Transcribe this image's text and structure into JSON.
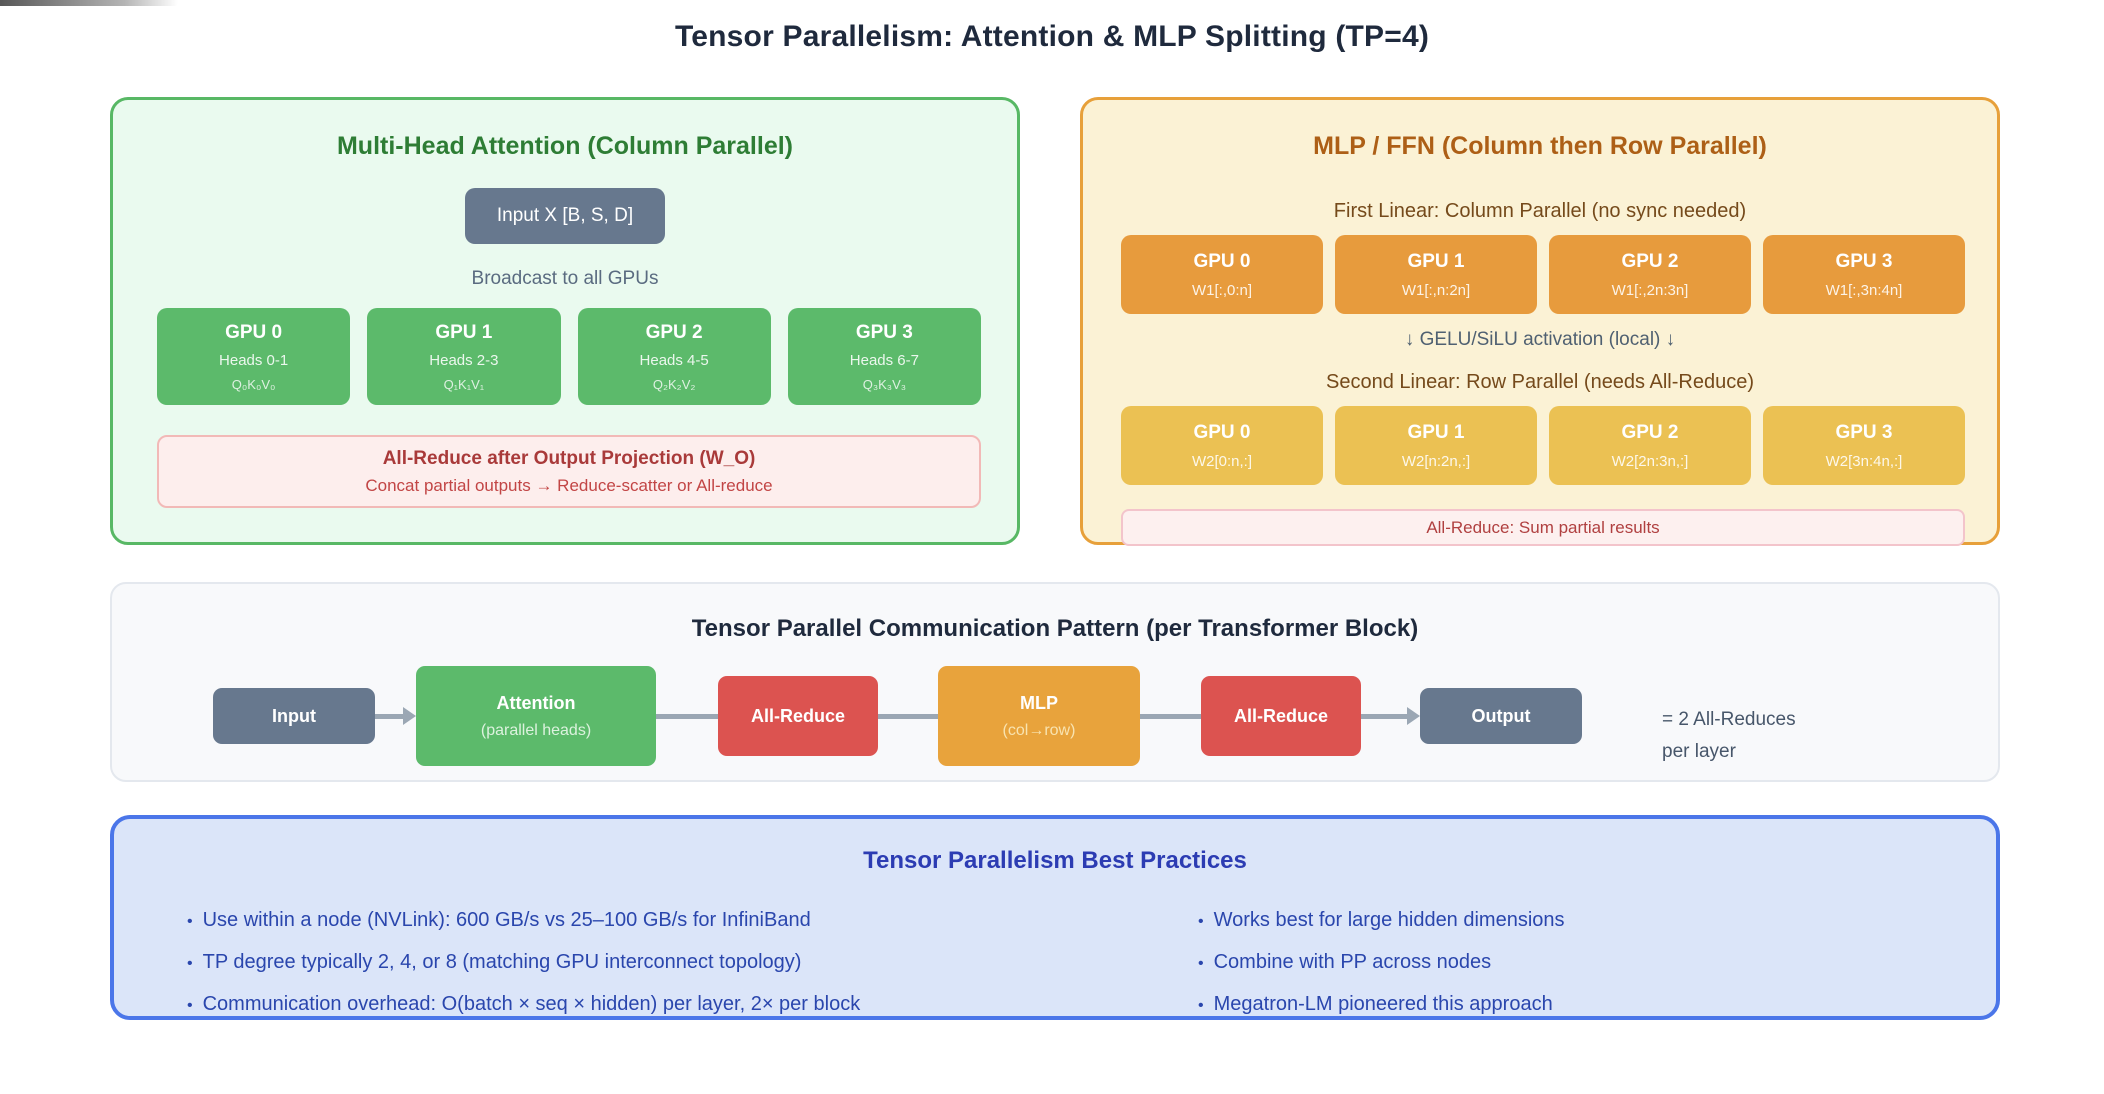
{
  "title": "Tensor Parallelism: Attention & MLP Splitting (TP=4)",
  "attention_panel": {
    "title": "Multi-Head Attention (Column Parallel)",
    "input_box_label": "Input X [B, S, D]",
    "broadcast_label": "Broadcast to all GPUs",
    "gpus": [
      {
        "name": "GPU 0",
        "heads": "Heads 0-1",
        "qkv": "Q₀K₀V₀"
      },
      {
        "name": "GPU 1",
        "heads": "Heads 2-3",
        "qkv": "Q₁K₁V₁"
      },
      {
        "name": "GPU 2",
        "heads": "Heads 4-5",
        "qkv": "Q₂K₂V₂"
      },
      {
        "name": "GPU 3",
        "heads": "Heads 6-7",
        "qkv": "Q₃K₃V₃"
      }
    ],
    "allreduce": {
      "title": "All-Reduce after Output Projection (W_O)",
      "subtitle": "Concat partial outputs → Reduce-scatter or All-reduce"
    }
  },
  "mlp_panel": {
    "title": "MLP / FFN (Column then Row Parallel)",
    "first_linear_label": "First Linear: Column Parallel (no sync needed)",
    "first_linear_gpus": [
      {
        "name": "GPU 0",
        "weight": "W1[:,0:n]"
      },
      {
        "name": "GPU 1",
        "weight": "W1[:,n:2n]"
      },
      {
        "name": "GPU 2",
        "weight": "W1[:,2n:3n]"
      },
      {
        "name": "GPU 3",
        "weight": "W1[:,3n:4n]"
      }
    ],
    "activation_label": "↓ GELU/SiLU activation (local) ↓",
    "second_linear_label": "Second Linear: Row Parallel (needs All-Reduce)",
    "second_linear_gpus": [
      {
        "name": "GPU 0",
        "weight": "W2[0:n,:]"
      },
      {
        "name": "GPU 1",
        "weight": "W2[n:2n,:]"
      },
      {
        "name": "GPU 2",
        "weight": "W2[2n:3n,:]"
      },
      {
        "name": "GPU 3",
        "weight": "W2[3n:4n,:]"
      }
    ],
    "allreduce_label": "All-Reduce: Sum partial results"
  },
  "comm_panel": {
    "title": "Tensor Parallel Communication Pattern (per Transformer Block)",
    "flow": [
      {
        "label": "Input",
        "sublabel": ""
      },
      {
        "label": "Attention",
        "sublabel": "(parallel heads)"
      },
      {
        "label": "All-Reduce",
        "sublabel": ""
      },
      {
        "label": "MLP",
        "sublabel": "(col→row)"
      },
      {
        "label": "All-Reduce",
        "sublabel": ""
      },
      {
        "label": "Output",
        "sublabel": ""
      }
    ],
    "note_line1": "= 2 All-Reduces",
    "note_line2": "per layer"
  },
  "best_practices": {
    "title": "Tensor Parallelism Best Practices",
    "bullet": "•",
    "left_items": [
      "Use within a node (NVLink): 600 GB/s vs 25–100 GB/s for InfiniBand",
      "TP degree typically 2, 4, or 8 (matching GPU interconnect topology)",
      "Communication overhead: O(batch × seq × hidden) per layer, 2× per block"
    ],
    "right_items": [
      "Works best for large hidden dimensions",
      "Combine with PP across nodes",
      "Megatron-LM pioneered this approach"
    ]
  },
  "colors": {
    "green_border": "#58b865",
    "green_fill": "#5cba6b",
    "green_panel_bg": "#eafaef",
    "orange_border": "#e7a03a",
    "orange_fill": "#e79b3d",
    "gold_fill": "#ebc153",
    "yellow_panel_bg": "#fbf2d5",
    "red_fill": "#dc5350",
    "pink_bg": "#fdeeed",
    "slate_fill": "#67788e",
    "blue_border": "#4b76e9",
    "blue_panel_bg": "#dbe5f9",
    "navy_text": "#1f2a3d"
  }
}
